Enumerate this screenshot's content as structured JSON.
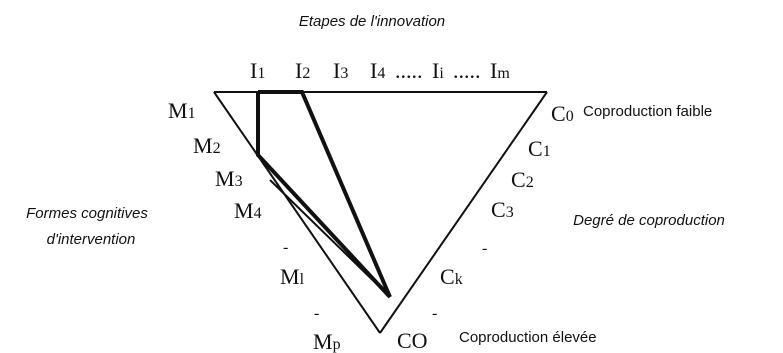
{
  "titles": {
    "top": "Etapes de l'innovation",
    "left_line1": "Formes cognitives",
    "left_line2": "d'intervention",
    "right": "Degré de coproduction"
  },
  "top_labels": {
    "i1": {
      "main": "I",
      "sub": "1"
    },
    "i2": {
      "main": "I",
      "sub": "2"
    },
    "i3": {
      "main": "I",
      "sub": "3"
    },
    "i4": {
      "main": "I",
      "sub": "4"
    },
    "dots1": ".....",
    "ii": {
      "main": "I",
      "sub": "i"
    },
    "dots2": ".....",
    "im": {
      "main": "I",
      "sub": "m"
    }
  },
  "left_labels": {
    "m1": {
      "main": "M",
      "sub": "1"
    },
    "m2": {
      "main": "M",
      "sub": "2"
    },
    "m3": {
      "main": "M",
      "sub": "3"
    },
    "m4": {
      "main": "M",
      "sub": "4"
    },
    "ml": {
      "main": "M",
      "sub": "l"
    },
    "mp": {
      "main": "M",
      "sub": "p"
    },
    "tick": "-"
  },
  "right_labels": {
    "c0": {
      "main": "C",
      "sub": "0"
    },
    "c1": {
      "main": "C",
      "sub": "1"
    },
    "c2": {
      "main": "C",
      "sub": "2"
    },
    "c3": {
      "main": "C",
      "sub": "3"
    },
    "ck": {
      "main": "C",
      "sub": "k"
    },
    "co": {
      "main": "CO"
    },
    "tick": "-"
  },
  "annotations": {
    "low": "Coproduction faible",
    "high": "Coproduction élevée"
  }
}
